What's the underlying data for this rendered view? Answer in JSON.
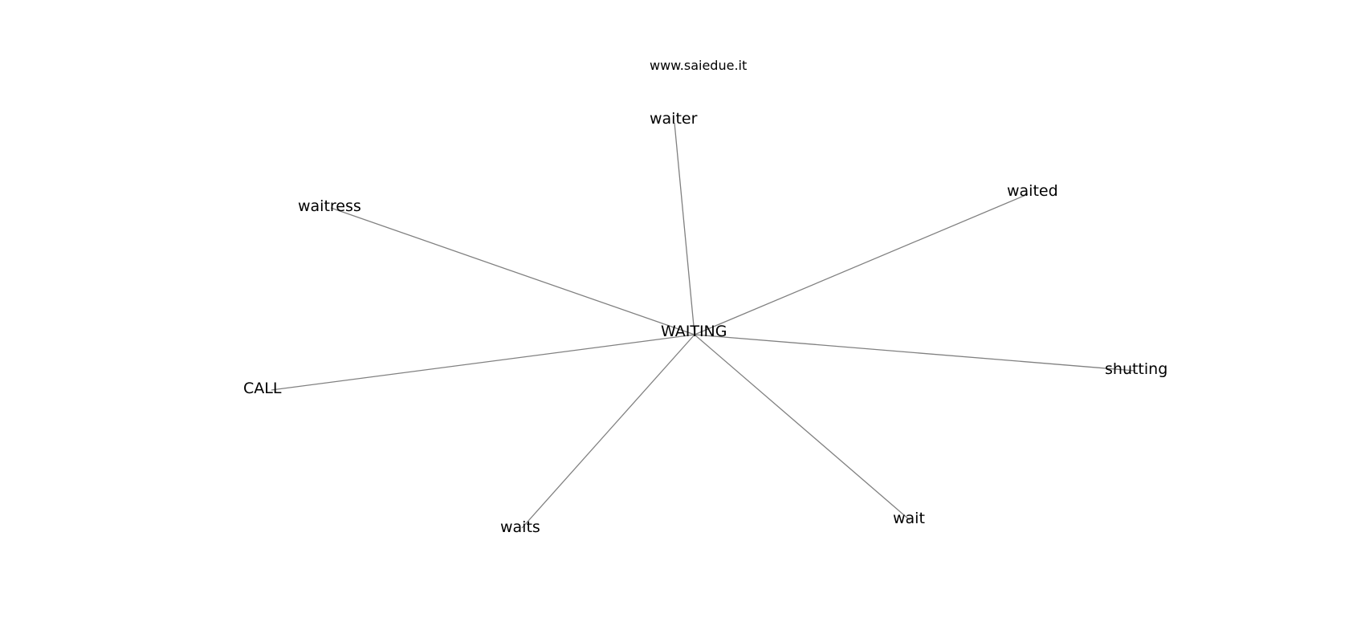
{
  "watermark": "www.saiedue.it",
  "graph": {
    "center": "WAITING",
    "nodes": [
      "waiter",
      "waited",
      "waitress",
      "shutting",
      "CALL",
      "waits",
      "wait"
    ],
    "edges": [
      [
        "WAITING",
        "waiter"
      ],
      [
        "WAITING",
        "waited"
      ],
      [
        "WAITING",
        "waitress"
      ],
      [
        "WAITING",
        "shutting"
      ],
      [
        "WAITING",
        "CALL"
      ],
      [
        "WAITING",
        "waits"
      ],
      [
        "WAITING",
        "wait"
      ]
    ],
    "edge_color": "#808080"
  }
}
